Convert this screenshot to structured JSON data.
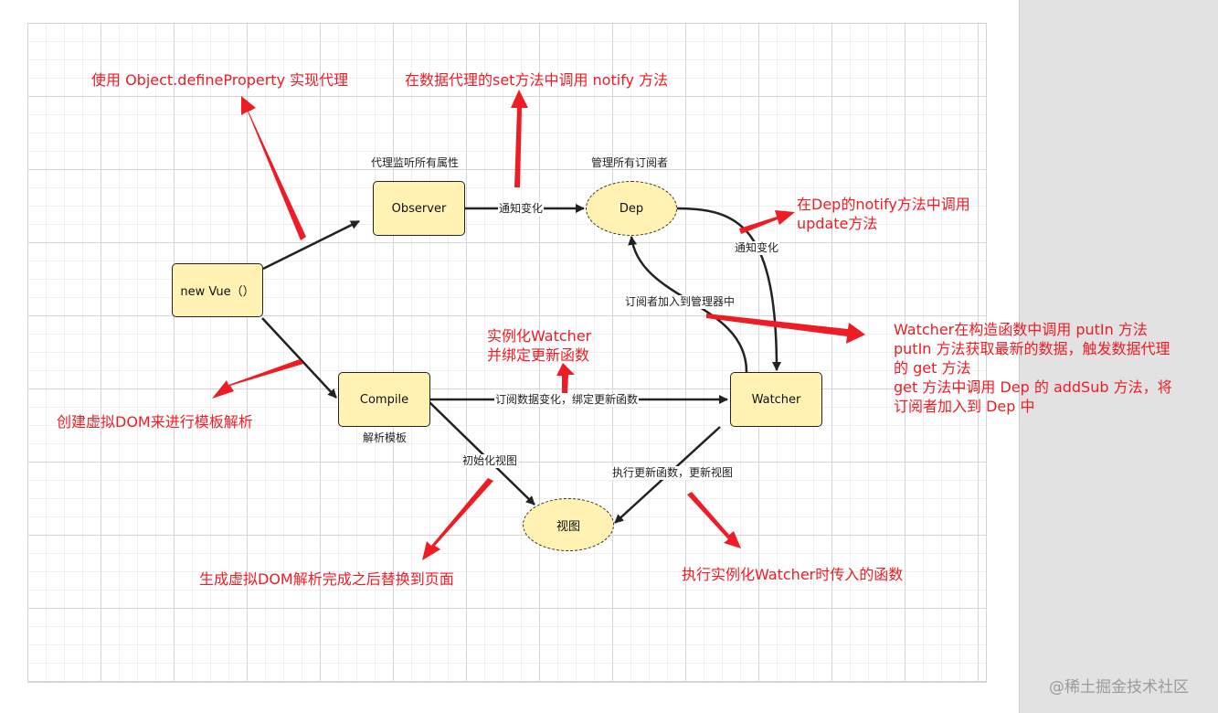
{
  "nodes": {
    "new_vue": "new Vue（）",
    "observer": "Observer",
    "dep": "Dep",
    "compile": "Compile",
    "watcher": "Watcher",
    "view": "视图"
  },
  "node_captions": {
    "observer": "代理监听所有属性",
    "dep": "管理所有订阅者",
    "compile": "解析模板"
  },
  "edge_labels": {
    "observer_dep": "通知变化",
    "dep_watcher": "通知变化",
    "watcher_dep": "订阅者加入到管理器中",
    "compile_watcher": "订阅数据变化，绑定更新函数",
    "compile_view": "初始化视图",
    "watcher_view": "执行更新函数，更新视图"
  },
  "annotations": {
    "define_property": "使用 Object.defineProperty 实现代理",
    "set_notify": "在数据代理的set方法中调用 notify 方法",
    "dep_notify": [
      "在Dep的notify方法中调用",
      "update方法"
    ],
    "watcher_putin": [
      "Watcher在构造函数中调用 putIn 方法",
      "putIn 方法获取最新的数据，触发数据代理",
      "的 get 方法",
      "get 方法中调用 Dep 的 addSub 方法，将",
      "订阅者加入到 Dep 中"
    ],
    "instantiate_watcher": [
      "实例化Watcher",
      "并绑定更新函数"
    ],
    "create_vdom": "创建虚拟DOM来进行模板解析",
    "replace_page": "生成虚拟DOM解析完成之后替换到页面",
    "exec_function": "执行实例化Watcher时传入的函数"
  },
  "watermark": "@稀土掘金技术社区",
  "colors": {
    "node_fill": "#fff2b3",
    "annotation": "#ee1c24",
    "sidebar": "#e2e2e2"
  }
}
